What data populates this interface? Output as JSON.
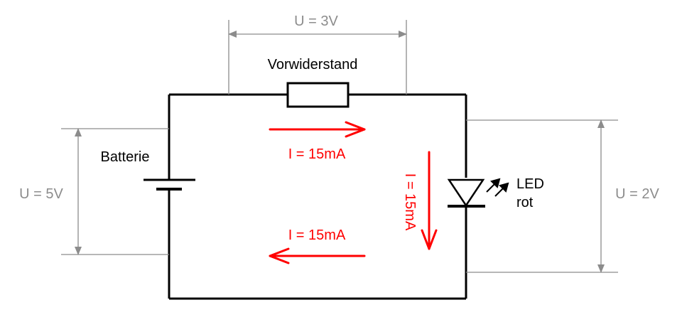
{
  "labels": {
    "resistor": "Vorwiderstand",
    "battery": "Batterie",
    "led_line1": "LED",
    "led_line2": "rot"
  },
  "voltages": {
    "resistor": "U = 3V",
    "battery": "U = 5V",
    "led": "U = 2V"
  },
  "currents": {
    "top": "I = 15mA",
    "right": "I = 15mA",
    "bottom": "I = 15mA"
  },
  "colors": {
    "wire": "#000000",
    "current": "#ff0000",
    "dimension": "#8c8c8c"
  }
}
